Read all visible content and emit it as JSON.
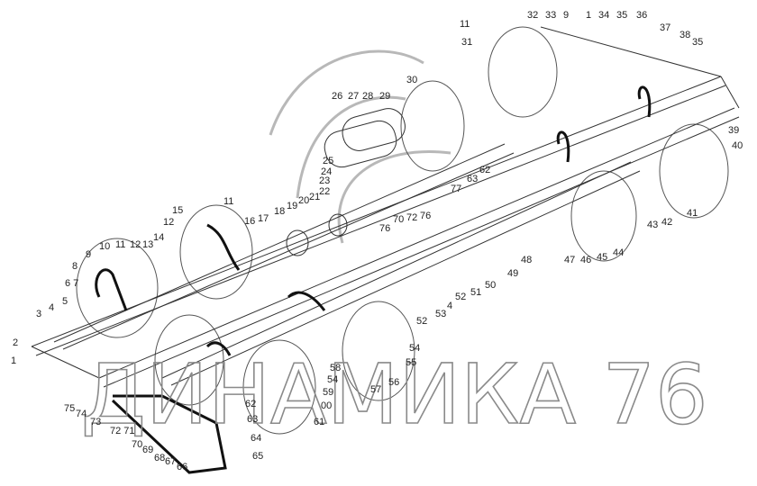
{
  "watermark": "ДИНАМИКА 76",
  "callouts": [
    "11",
    "31",
    "32",
    "33",
    "9",
    "1",
    "34",
    "35",
    "36",
    "37",
    "38",
    "35",
    "39",
    "40",
    "41",
    "42",
    "43",
    "44",
    "45",
    "46",
    "47",
    "48",
    "49",
    "50",
    "51",
    "52",
    "4",
    "53",
    "52",
    "54",
    "55",
    "56",
    "57",
    "58",
    "54",
    "59",
    "00",
    "61",
    "1",
    "2",
    "3",
    "4",
    "5",
    "6 7",
    "8",
    "9",
    "10",
    "11",
    "12",
    "13",
    "14",
    "12",
    "15",
    "11",
    "16",
    "17",
    "18",
    "19",
    "20",
    "21",
    "22",
    "23",
    "24",
    "25",
    "26",
    "27",
    "28",
    "29",
    "30",
    "62",
    "63",
    "77",
    "76",
    "72",
    "70",
    "76",
    "75",
    "74",
    "73",
    "72 71",
    "70",
    "69",
    "68",
    "67",
    "66",
    "65",
    "64",
    "63",
    "62"
  ],
  "colors": {
    "lines": "#333333",
    "hoses": "#111111",
    "watermark": "#8a8a8a"
  }
}
